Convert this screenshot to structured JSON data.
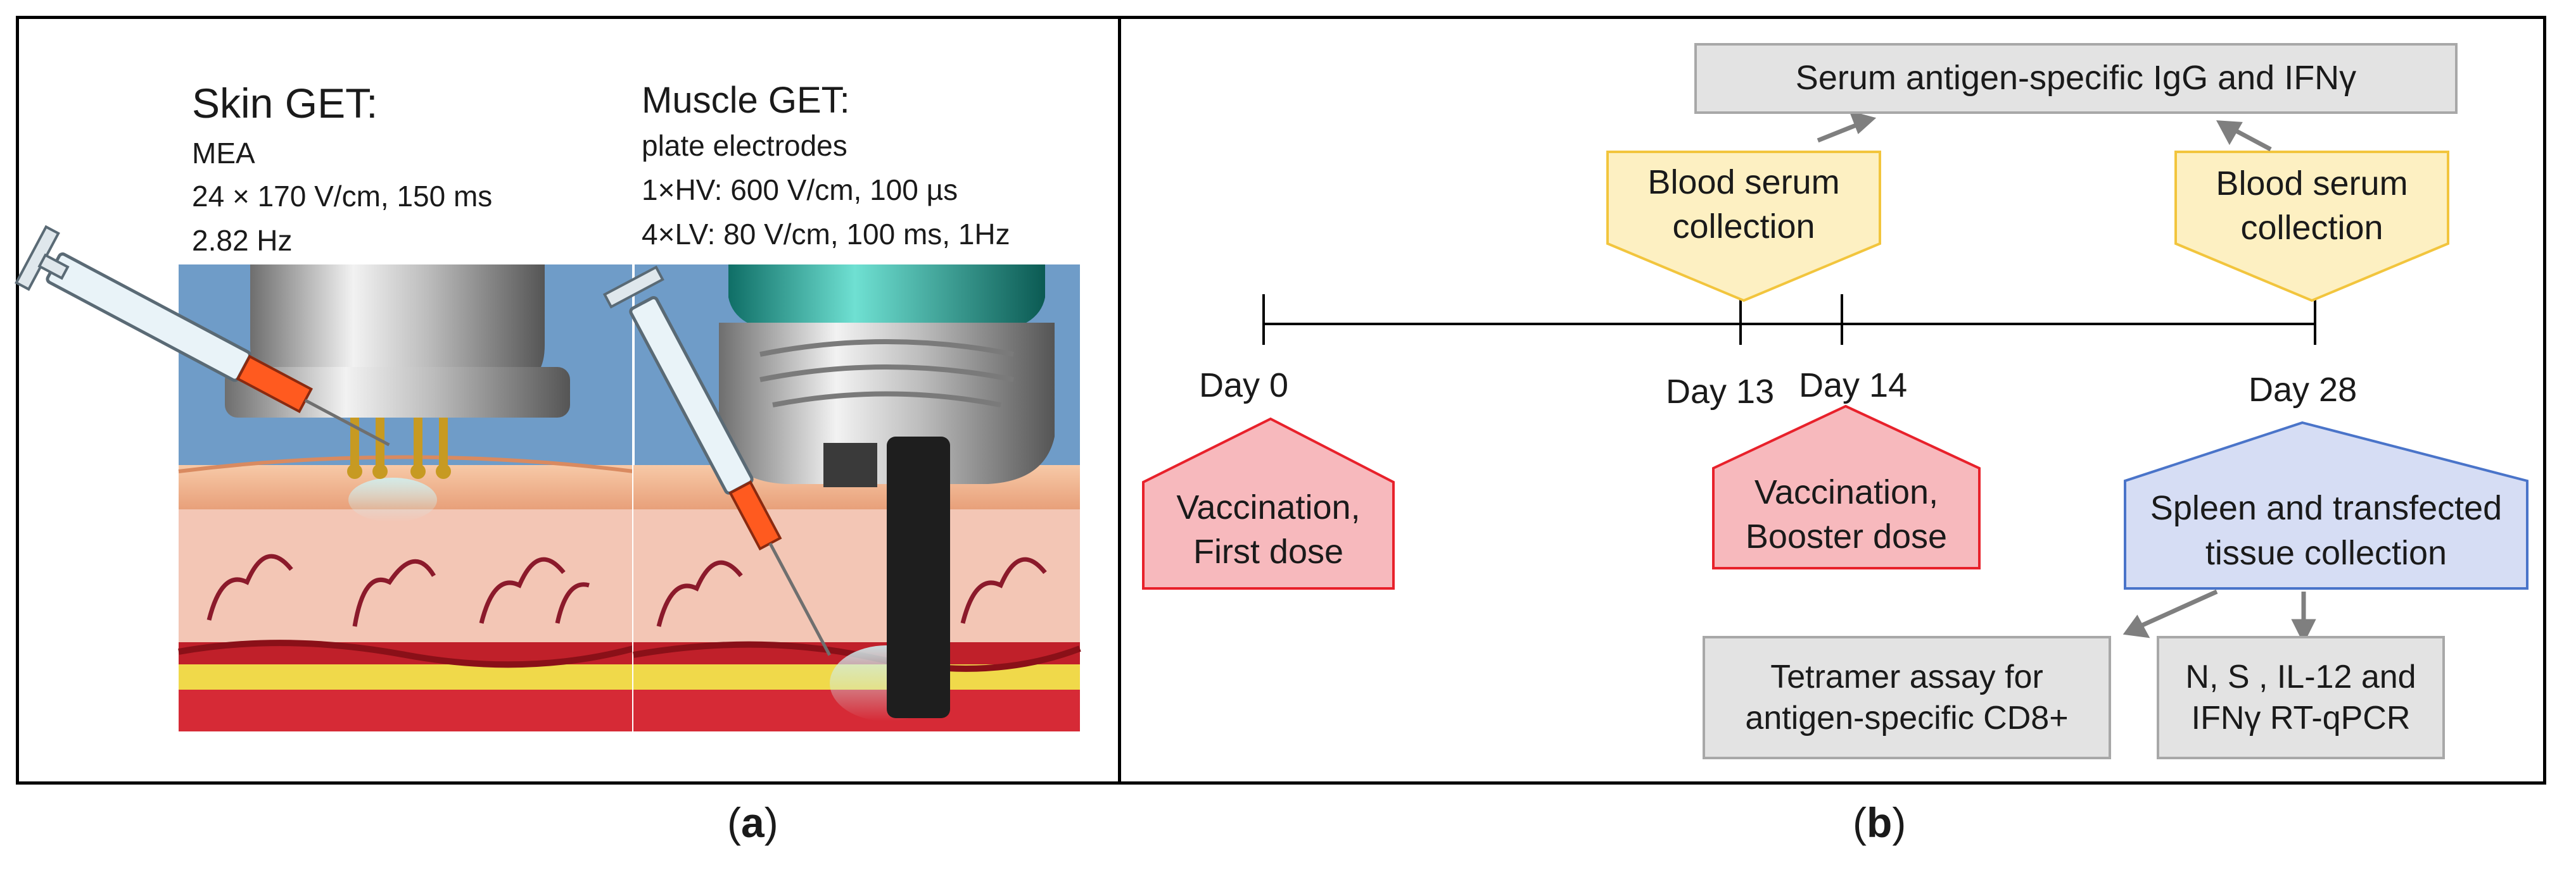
{
  "panel_a": {
    "label": "a",
    "skin": {
      "title": "Skin GET:",
      "line1": "MEA",
      "line2": "24 × 170 V/cm, 150 ms",
      "line3": "2.82 Hz"
    },
    "muscle": {
      "title": "Muscle GET:",
      "line1": "plate electrodes",
      "line2": "1×HV: 600 V/cm, 100 µs",
      "line3": "4×LV: 80 V/cm, 100 ms, 1Hz"
    }
  },
  "panel_b": {
    "label": "b",
    "serum_box": "Serum antigen-specific IgG and IFNγ",
    "days": [
      "Day 0",
      "Day 13",
      "Day 14",
      "Day 28"
    ],
    "blood_serum_1": [
      "Blood serum",
      "collection"
    ],
    "blood_serum_2": [
      "Blood serum",
      "collection"
    ],
    "vaccination_first": [
      "Vaccination,",
      "First dose"
    ],
    "vaccination_booster": [
      "Vaccination,",
      "Booster dose"
    ],
    "spleen": [
      "Spleen and transfected",
      "tissue collection"
    ],
    "tetramer_box": [
      "Tetramer assay for",
      "antigen-specific CD8+"
    ],
    "rtqpcr_box": [
      "N, S , IL-12 and",
      "IFNγ RT-qPCR"
    ]
  },
  "colors": {
    "yellow_fill": "#fdf0c2",
    "yellow_stroke": "#f2c53d",
    "red_fill": "#f7b9bd",
    "red_stroke": "#e8212b",
    "blue_fill": "#d6ddf4",
    "blue_stroke": "#4a74c9",
    "grey_box": "#e3e3e3",
    "arrow": "#7f7f7f"
  }
}
